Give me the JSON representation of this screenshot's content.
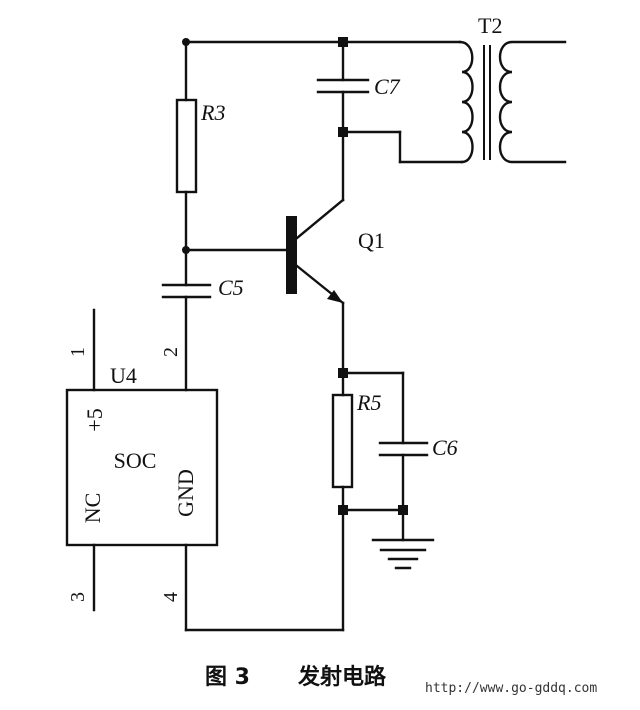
{
  "labels": {
    "t2": "T2",
    "c7": "C7",
    "r3": "R3",
    "q1": "Q1",
    "c5": "C5",
    "r5": "R5",
    "c6": "C6",
    "u4": "U4",
    "pin1": "1",
    "pin2": "2",
    "pin3": "3",
    "pin4": "4",
    "plus5": "+5",
    "soc": "SOC",
    "nc": "NC",
    "gnd": "GND"
  },
  "caption": {
    "figure": "图 3",
    "title": "发射电路"
  },
  "watermark": "http://www.go-gddq.com"
}
